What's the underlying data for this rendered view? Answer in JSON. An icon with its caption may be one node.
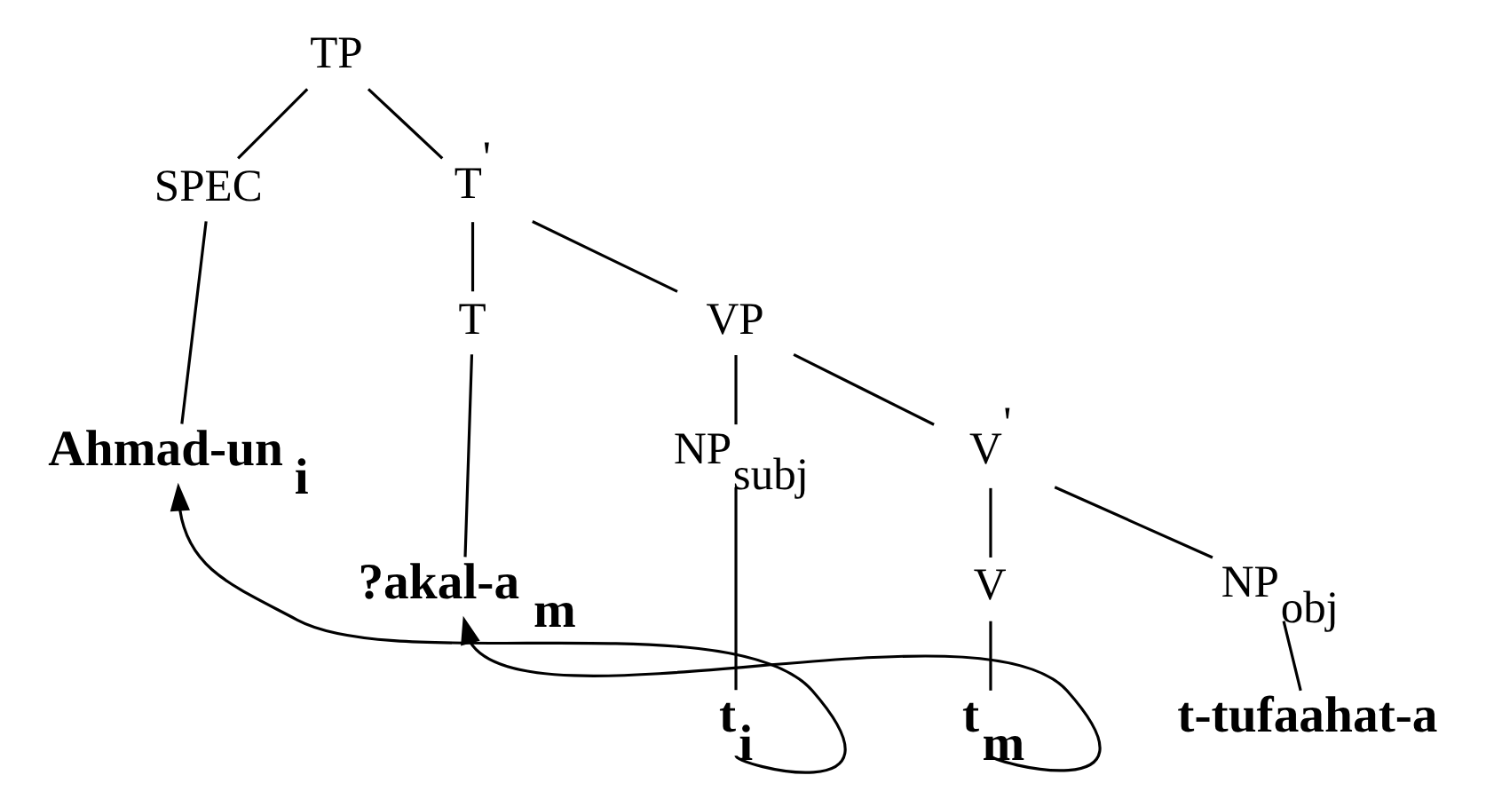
{
  "diagram": {
    "nodes": [
      {
        "text": [
          "TP"
        ]
      },
      {
        "text": [
          "SPEC"
        ]
      },
      {
        "text": [
          "T$^{'}$"
        ]
      },
      {
        "text": [
          "T"
        ]
      },
      {
        "text": [
          "VP"
        ]
      },
      {
        "text": [
          "Ahmad-un $_{i}$"
        ]
      },
      {
        "text": [
          "NP$_{subj}$"
        ]
      },
      {
        "text": [
          "V$^{'}$"
        ]
      },
      {
        "text": [
          "?akal-a $_{m}$"
        ]
      },
      {
        "text": [
          "V"
        ]
      },
      {
        "text": [
          "NP$_{obj}$"
        ]
      },
      {
        "text": [
          "t$_{i}$"
        ]
      },
      {
        "text": [
          "t-tufaahat-a"
        ]
      },
      {
        "text": [
          "t$_{m}$"
        ]
      }
    ],
    "edges": [
      {
        "from": 0,
        "to": 1,
        "arrow": "none"
      },
      {
        "from": 0,
        "to": 2,
        "arrow": "none"
      },
      {
        "from": 1,
        "to": 5,
        "arrow": "none"
      },
      {
        "from": 2,
        "to": 3,
        "arrow": "none"
      },
      {
        "from": 2,
        "to": 4,
        "arrow": "none"
      },
      {
        "from": 3,
        "to": 8,
        "arrow": "none"
      },
      {
        "from": 4,
        "to": 6,
        "arrow": "none"
      },
      {
        "from": 4,
        "to": 7,
        "arrow": "none"
      },
      {
        "from": 6,
        "to": 11,
        "arrow": "none"
      },
      {
        "from": 7,
        "to": 9,
        "arrow": "none"
      },
      {
        "from": 7,
        "to": 10,
        "arrow": "none"
      },
      {
        "from": 9,
        "to": 13,
        "arrow": "none"
      },
      {
        "from": 10,
        "to": 12,
        "arrow": "none"
      },
      {
        "from": 11,
        "to": 5,
        "arrow": "to"
      },
      {
        "from": 13,
        "to": 8,
        "arrow": "to"
      }
    ]
  }
}
